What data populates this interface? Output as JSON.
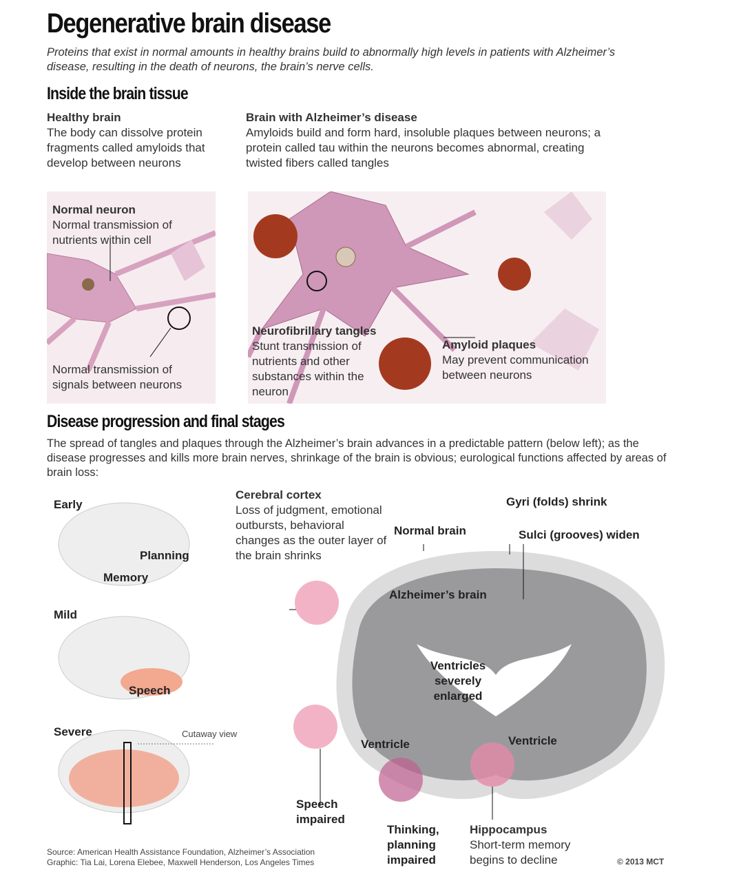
{
  "title": "Degenerative brain disease",
  "subtitle": "Proteins that exist in normal amounts in healthy brains build to abnormally high levels in patients with Alzheimer’s disease, resulting in the death of neurons, the brain’s nerve cells.",
  "section1": {
    "heading": "Inside the brain tissue",
    "healthy": {
      "title": "Healthy brain",
      "text": "The body can dissolve protein fragments called amyloids that develop between neurons"
    },
    "alzheimers": {
      "title": "Brain with Alzheimer’s disease",
      "text": "Amyloids build and form hard, insoluble plaques between neurons; a protein called tau within the neurons becomes abnormal, creating twisted fibers called tangles"
    },
    "normal_neuron": {
      "title": "Normal neuron",
      "text": "Normal transmission of nutrients within cell"
    },
    "normal_signals": "Normal transmission of signals between neurons",
    "tangles": {
      "title": "Neurofibrillary tangles",
      "text": "Stunt transmission of nutrients and other substances within the neuron"
    },
    "plaques": {
      "title": "Amyloid plaques",
      "text": "May prevent communication between neurons"
    }
  },
  "section2": {
    "heading": "Disease progression and final stages",
    "text": "The spread of tangles and plaques through the Alzheimer’s brain advances in a predictable pattern (below left); as the disease progresses and kills more brain nerves, shrinkage of the brain is obvious; eurological functions affected by areas of brain loss:",
    "stages": {
      "early": "Early",
      "mild": "Mild",
      "severe": "Severe"
    },
    "planning": "Planning",
    "memory": "Memory",
    "speech": "Speech",
    "cutaway": "Cutaway view",
    "cortex": {
      "title": "Cerebral cortex",
      "text": "Loss of judgment, emotional outbursts, behavioral changes as the outer layer of the brain shrinks"
    },
    "normal_brain": "Normal brain",
    "alz_brain": "Alzheimer’s brain",
    "gyri": "Gyri (folds) shrink",
    "sulci": "Sulci (grooves) widen",
    "ventricles_enlarged": "Ventricles severely enlarged",
    "ventricle_left": "Ventricle",
    "ventricle_right": "Ventricle",
    "speech_impaired": "Speech impaired",
    "thinking": "Thinking, planning impaired",
    "hippocampus": {
      "title": "Hippocampus",
      "text": "Short-term memory begins to decline"
    }
  },
  "footer": {
    "source": "Source: American Health Assistance Foundation, Alzheimer’s Association",
    "graphic": "Graphic: Tia Lai, Lorena Elebee, Maxwell Henderson, Los Angeles Times",
    "copyright": "© 2013 MCT"
  },
  "colors": {
    "neuron": "#c98bb0",
    "plaque": "#a33a1f",
    "brain_gray": "#9a9a9c",
    "highlight": "#f0a0b8"
  }
}
